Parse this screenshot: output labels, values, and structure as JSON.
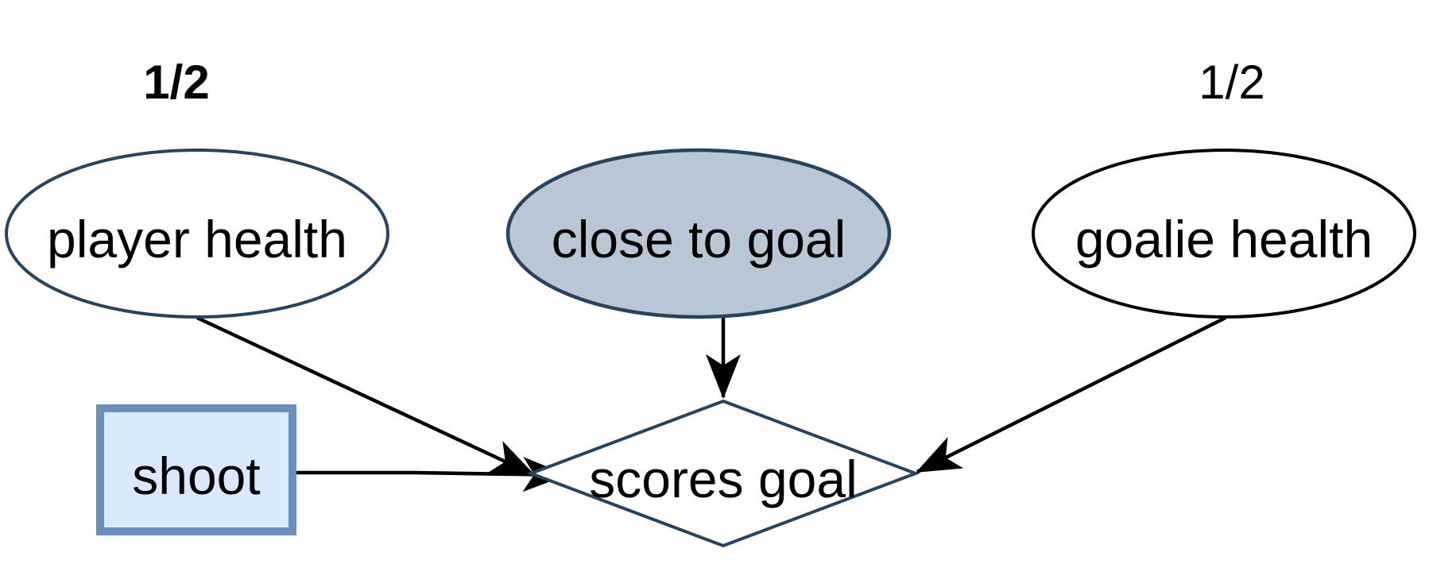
{
  "nodes": {
    "player_health": {
      "label": "player health"
    },
    "close_to_goal": {
      "label": "close to goal"
    },
    "goalie_health": {
      "label": "goalie health"
    },
    "shoot": {
      "label": "shoot"
    },
    "scores_goal": {
      "label": "scores goal"
    }
  },
  "probabilities": {
    "player_health": "1/2",
    "goalie_health": "1/2"
  },
  "colors": {
    "node_border": "#27435e",
    "observed_fill": "#b8c7d3",
    "decision_fill": "#dae8fc",
    "decision_border": "#6c8ebf",
    "edge": "#000000"
  }
}
